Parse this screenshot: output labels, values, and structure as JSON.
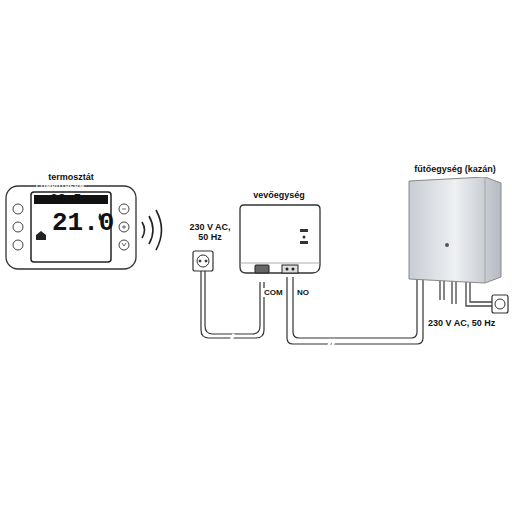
{
  "diagram": {
    "nodes": [
      {
        "text": [
          "termosztát"
        ]
      },
      {
        "text": [
          "vevőegység"
        ]
      },
      {
        "text": [
          "fűtőegység (kazán)"
        ]
      }
    ],
    "edges": [
      {
        "from": 1,
        "to": 2,
        "arrow": "none"
      }
    ],
    "labels": [
      "COMPUTHERM",
      "23.5",
      "21.0",
      "230 V AC, 50 Hz",
      "COM",
      "NO",
      "230 V AC, 50 Hz"
    ]
  }
}
